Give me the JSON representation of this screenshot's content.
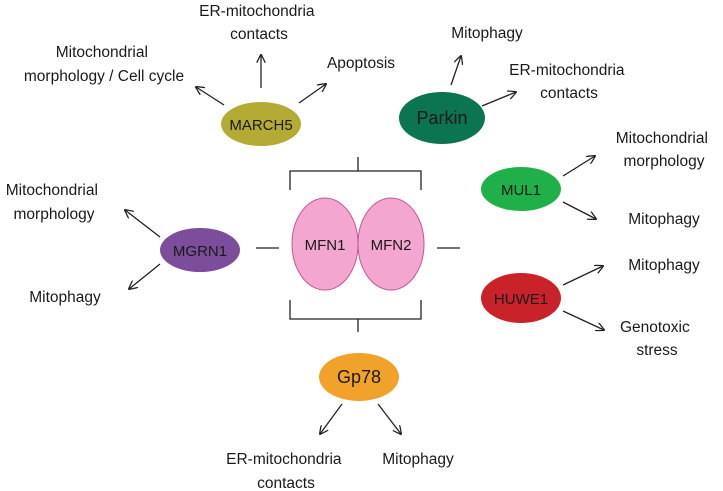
{
  "colors": {
    "mfn": "#f3a6cf",
    "mfn_stroke": "#c0589a",
    "march5": "#b4ab35",
    "parkin": "#0b7450",
    "mul1": "#1fb04a",
    "mgrn1": "#7c4d9b",
    "huwe1": "#c9222a",
    "gp78": "#f0a22a",
    "line": "#222222"
  },
  "center": {
    "mfn1": "MFN1",
    "mfn2": "MFN2"
  },
  "nodes": {
    "march5": {
      "label": "MARCH5",
      "targets": {
        "left": [
          "Mitochondrial",
          "morphology / Cell cycle"
        ],
        "up": [
          "ER-mitochondria",
          "contacts"
        ],
        "right": [
          "Apoptosis"
        ]
      }
    },
    "parkin": {
      "label": "Parkin",
      "targets": {
        "up": [
          "Mitophagy"
        ],
        "right": [
          "ER-mitochondria",
          "contacts"
        ]
      }
    },
    "mul1": {
      "label": "MUL1",
      "targets": {
        "up": [
          "Mitochondrial",
          "morphology"
        ],
        "down": [
          "Mitophagy"
        ]
      }
    },
    "mgrn1": {
      "label": "MGRN1",
      "targets": {
        "up": [
          "Mitochondrial",
          "morphology"
        ],
        "down": [
          "Mitophagy"
        ]
      }
    },
    "huwe1": {
      "label": "HUWE1",
      "targets": {
        "up": [
          "Mitophagy"
        ],
        "down": [
          "Genotoxic",
          "stress"
        ]
      }
    },
    "gp78": {
      "label": "Gp78",
      "targets": {
        "left": [
          "ER-mitochondria",
          "contacts"
        ],
        "right": [
          "Mitophagy"
        ]
      }
    }
  }
}
